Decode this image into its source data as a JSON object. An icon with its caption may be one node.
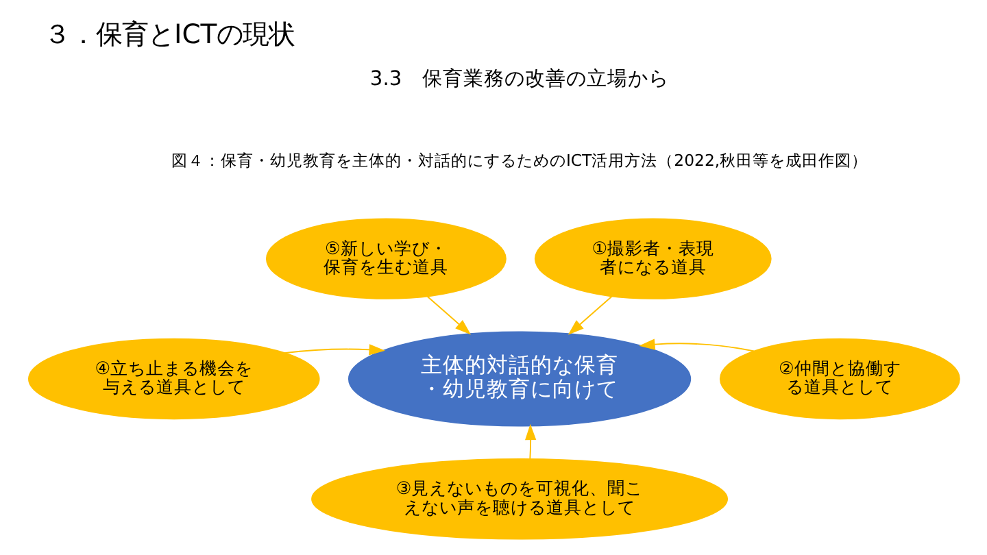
{
  "diagram": {
    "title": "３．保育とICTの現状",
    "nodes": [
      {
        "text": [
          "⑤新しい学び・保育を生む道具"
        ]
      },
      {
        "text": [
          "①撮影者・表現者になる道具"
        ]
      },
      {
        "text": [
          "主体的対話的な保育・幼児教育に向けて"
        ]
      },
      {
        "text": [
          "④立ち止まる機会を与える道具として"
        ]
      },
      {
        "text": [
          "②仲間と協働する道具として"
        ]
      },
      {
        "text": [
          "③見えないものを可視化、聞こえない声を聴ける道具として"
        ]
      }
    ],
    "edges": [
      {
        "from": 0,
        "to": 2,
        "arrow": "to"
      },
      {
        "from": 1,
        "to": 2,
        "arrow": "to"
      },
      {
        "from": 3,
        "to": 2,
        "arrow": "to"
      },
      {
        "from": 4,
        "to": 2,
        "arrow": "to"
      },
      {
        "from": 5,
        "to": 2,
        "arrow": "to"
      }
    ],
    "labels": [
      "3.3　保育業務の改善の立場から",
      "図４：保育・幼児教育を主体的・対話的にするためのICT活用方法（2022,秋田等を成田作図）"
    ]
  }
}
